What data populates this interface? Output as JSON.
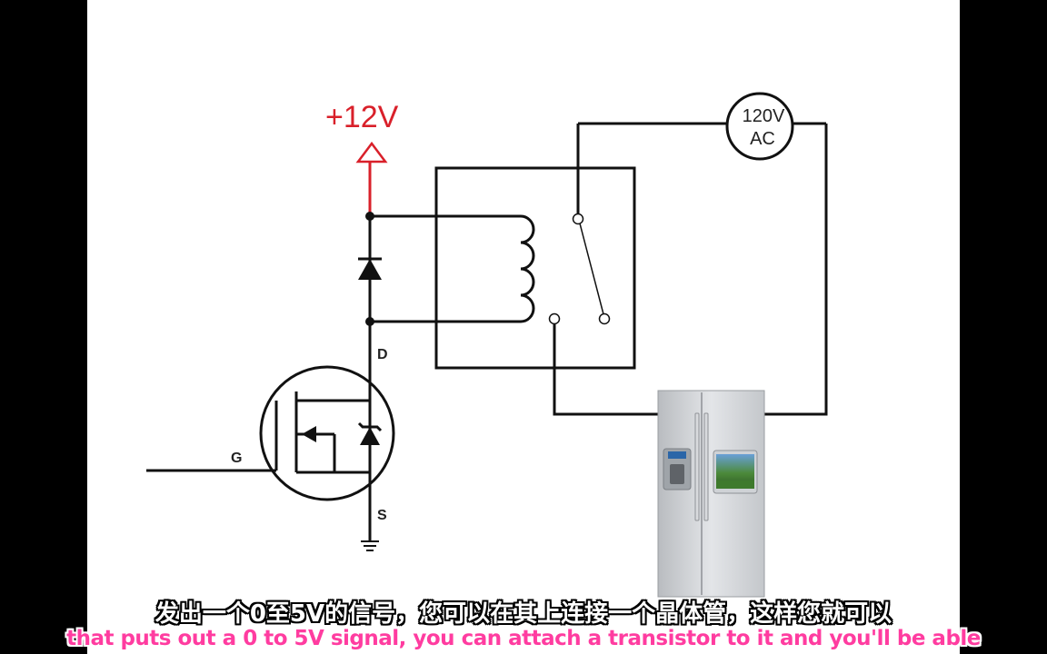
{
  "labels": {
    "supply": "+12V",
    "ac_line1": "120V",
    "ac_line2": "AC",
    "drain": "D",
    "gate": "G",
    "source": "S"
  },
  "subtitles": {
    "chinese": "发出一个0至5V的信号，您可以在其上连接一个晶体管，这样您就可以",
    "english": "that puts out a 0 to 5V signal, you can attach a transistor to it and you'll be able"
  },
  "colors": {
    "wire": "#111111",
    "supply": "#d9202a",
    "subtitle_cn": "#ffffff",
    "subtitle_en": "#ff3ca0"
  },
  "icons": {
    "appliance": "refrigerator-icon",
    "ground": "ground-icon",
    "diode": "diode-icon"
  }
}
